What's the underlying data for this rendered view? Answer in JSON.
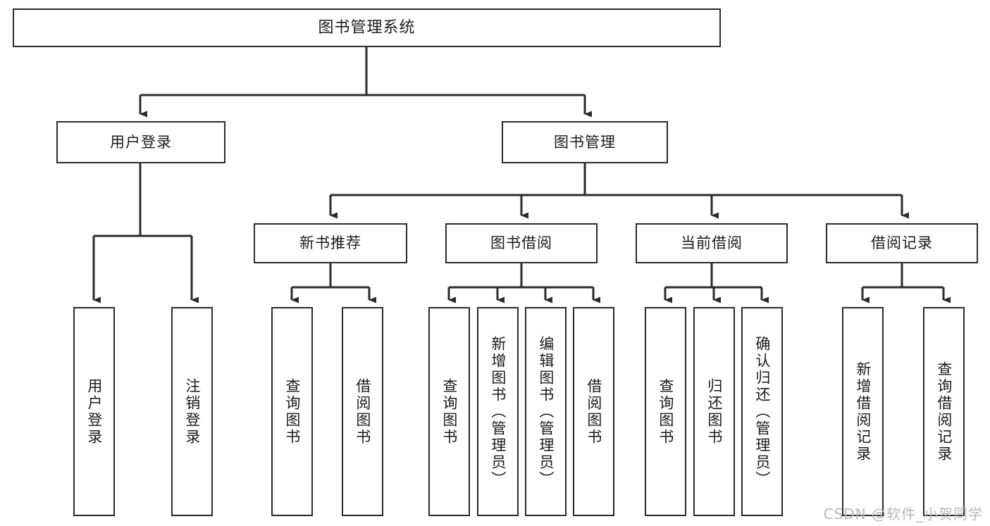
{
  "diagram": {
    "title": "图书管理系统",
    "watermark": "CSDN @软件_小贺同学",
    "colors": {
      "stroke": "#2b2b2b",
      "fill": "#ffffff",
      "text": "#1b1b1b",
      "watermark": "#b9b9b9"
    },
    "root": {
      "label": "图书管理系统"
    },
    "tier2": [
      {
        "label": "用户登录"
      },
      {
        "label": "图书管理"
      }
    ],
    "tier3": [
      {
        "label": "新书推荐"
      },
      {
        "label": "图书借阅"
      },
      {
        "label": "当前借阅"
      },
      {
        "label": "借阅记录"
      }
    ],
    "leaves": {
      "user_login": [
        {
          "label": "用户登录"
        },
        {
          "label": "注销登录"
        }
      ],
      "new_book_recommend": [
        {
          "label": "查询图书"
        },
        {
          "label": "借阅图书"
        }
      ],
      "book_borrow": [
        {
          "label": "查询图书"
        },
        {
          "label": "新增图书（管理员）"
        },
        {
          "label": "编辑图书（管理员）"
        },
        {
          "label": "借阅图书"
        }
      ],
      "current_borrow": [
        {
          "label": "查询图书"
        },
        {
          "label": "归还图书"
        },
        {
          "label": "确认归还（管理员）"
        }
      ],
      "borrow_record": [
        {
          "label": "新增借阅记录"
        },
        {
          "label": "查询借阅记录"
        }
      ]
    }
  }
}
